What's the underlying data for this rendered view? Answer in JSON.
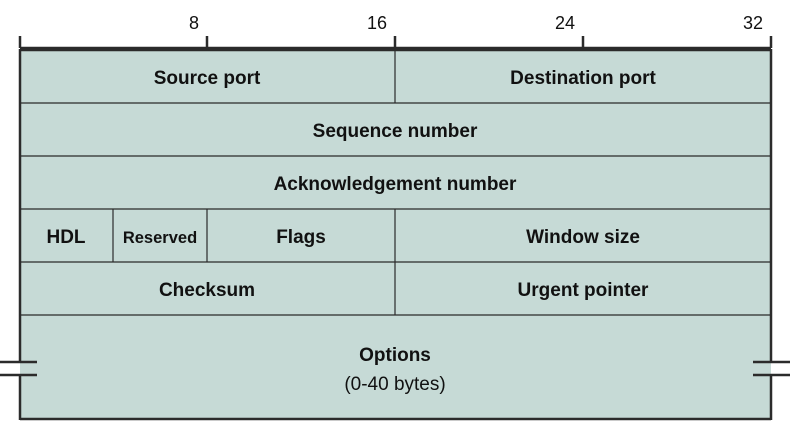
{
  "colors": {
    "cell_fill": "#c6dad6",
    "line": "#2b2b2b",
    "background": "#ffffff"
  },
  "ruler": {
    "ticks": [
      "8",
      "16",
      "24",
      "32"
    ]
  },
  "header": {
    "row1": {
      "source_port": "Source port",
      "destination_port": "Destination port"
    },
    "row2": {
      "sequence_number": "Sequence number"
    },
    "row3": {
      "acknowledgement_number": "Acknowledgement number"
    },
    "row4": {
      "hdl": "HDL",
      "reserved": "Reserved",
      "flags": "Flags",
      "window_size": "Window size"
    },
    "row5": {
      "checksum": "Checksum",
      "urgent_pointer": "Urgent pointer"
    },
    "row6": {
      "options": "Options",
      "options_size": "(0-40 bytes)"
    }
  }
}
